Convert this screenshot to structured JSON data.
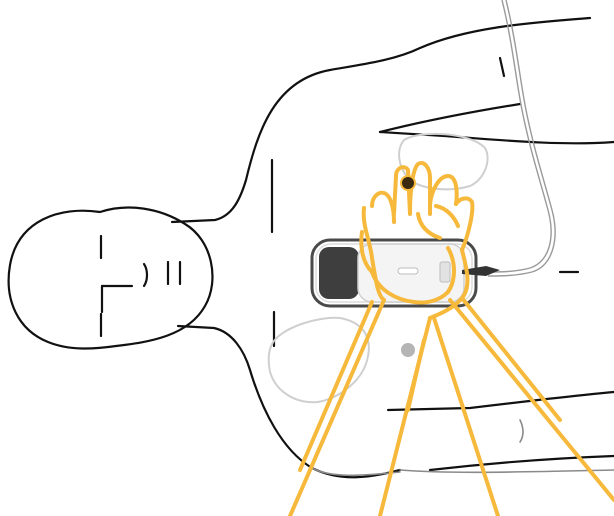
{
  "illustration": {
    "subject": "aed-pad-placement-with-cpr-hands",
    "colors": {
      "outline": "#111111",
      "pad_outline": "#cfcfcf",
      "hands_stroke": "#f6b93b",
      "device_body": "#4a4a4a",
      "device_dark": "#3e3e3e",
      "cable": "#9a9a9a",
      "marker_dot": "#b5b5b5",
      "background": "#ffffff"
    },
    "icons": [
      "head-outline",
      "torso-outline",
      "arm-outline",
      "aed-pad-icon",
      "aed-device-icon",
      "cable-icon",
      "hands-icon",
      "arms-icon",
      "sternum-dot-icon"
    ]
  }
}
